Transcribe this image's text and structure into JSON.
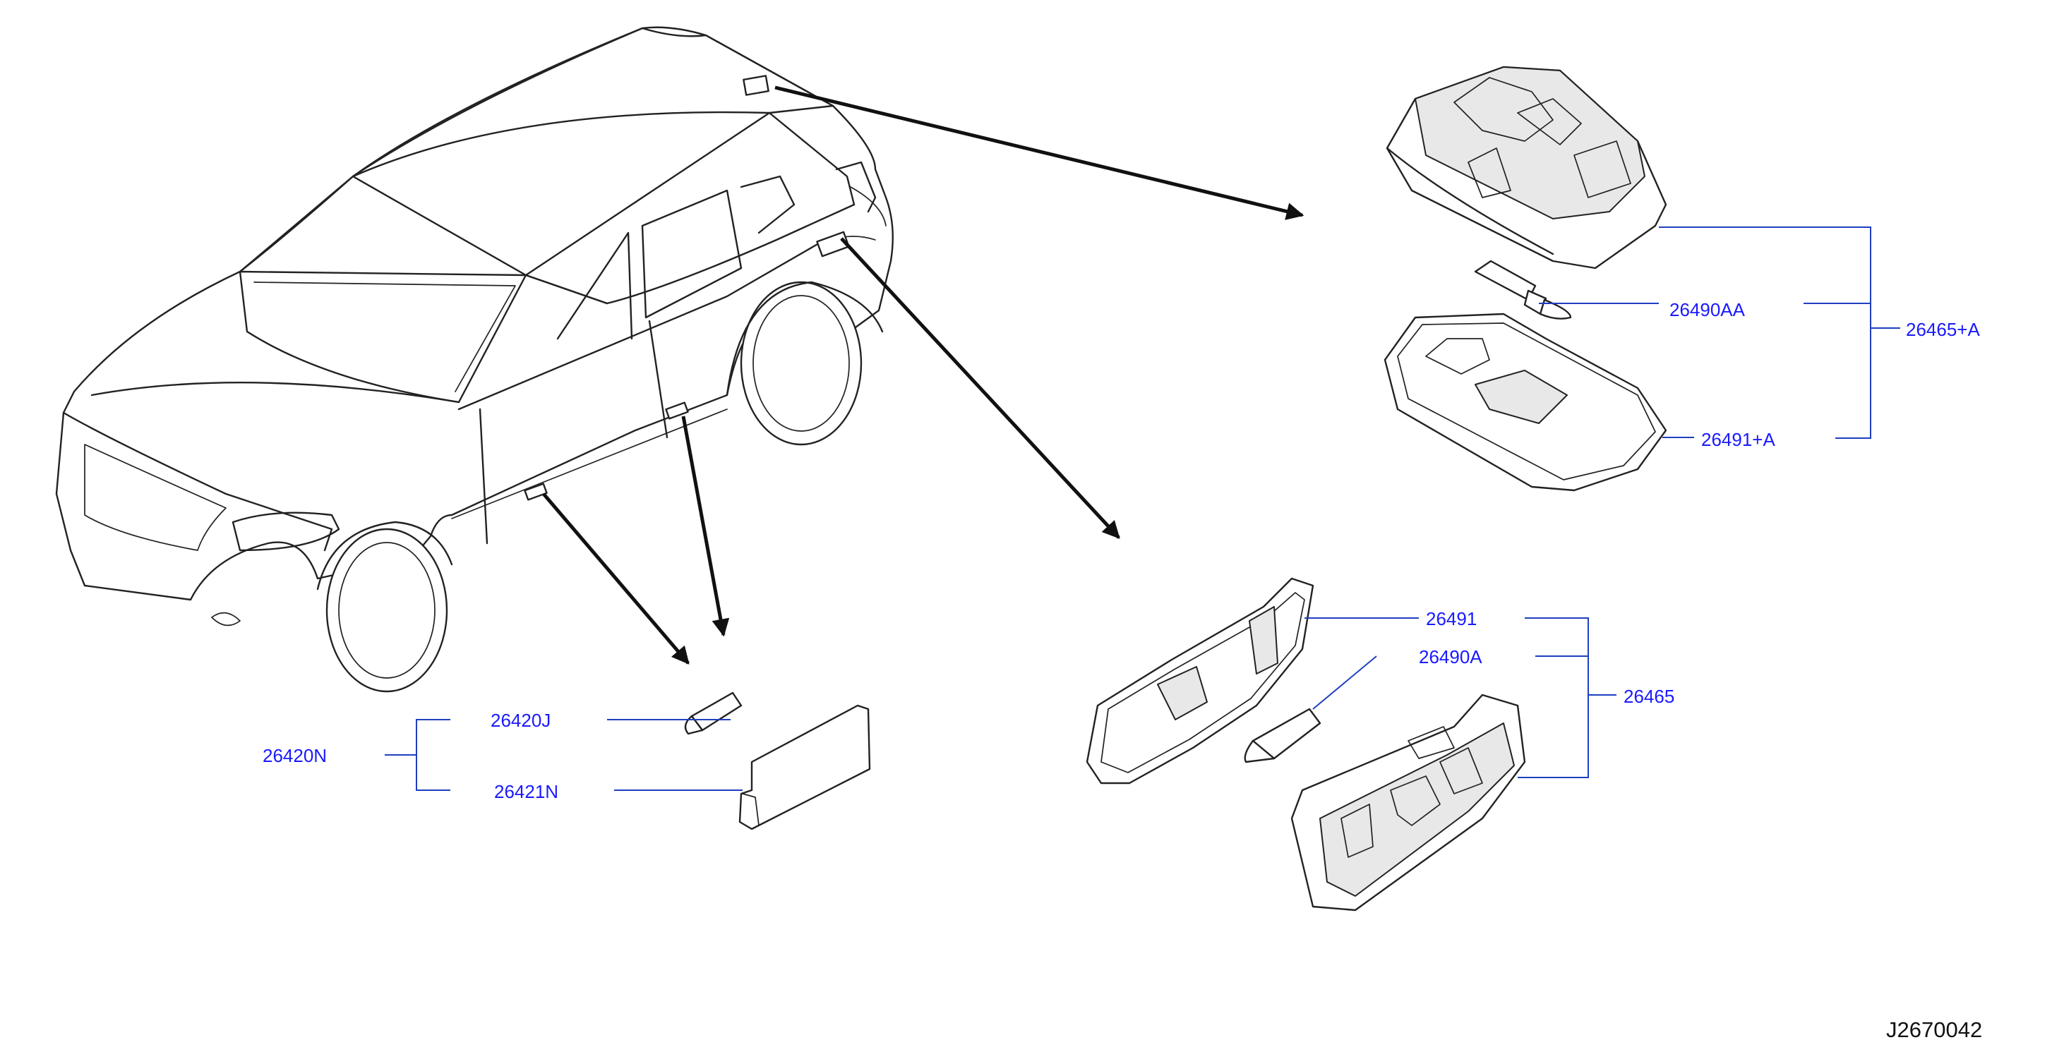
{
  "parts": {
    "top_lamp_assy": "26465+A",
    "top_bulb": "26490AA",
    "top_lens": "26491+A",
    "mid_lamp_assy": "26465",
    "mid_lens": "26491",
    "mid_bulb": "26490A",
    "step_lamp_assy": "26420N",
    "step_bulb": "26420J",
    "step_lens": "26421N"
  },
  "reference_code": "J2670042",
  "colors": {
    "label": "#1a1aff",
    "leader": "#1e3fbf",
    "line_art": "#222222",
    "arrow": "#111111"
  }
}
